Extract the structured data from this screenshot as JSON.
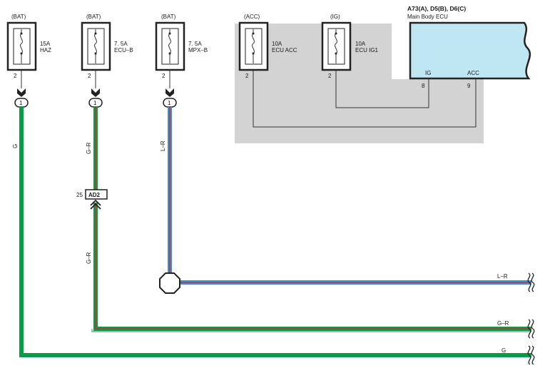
{
  "colors": {
    "green": "#0a9a4a",
    "red": "#c23a2a",
    "blue": "#3d8ed6",
    "gray_block": "#d3d3d3",
    "ecu_fill": "#bfe6f3"
  },
  "fuses": [
    {
      "source": "(BAT)",
      "rating": "15A",
      "name": "HAZ",
      "pin": "2",
      "connector": "1"
    },
    {
      "source": "(BAT)",
      "rating": "7. 5A",
      "name": "ECU–B",
      "pin": "2",
      "connector": "1"
    },
    {
      "source": "(BAT)",
      "rating": "7. 5A",
      "name": "MPX–B",
      "pin": "2",
      "connector": "1"
    },
    {
      "source": "(ACC)",
      "rating": "10A",
      "name": "ECU ACC",
      "pin": "2"
    },
    {
      "source": "(IG)",
      "rating": "10A",
      "name": "ECU IG1",
      "pin": "2"
    }
  ],
  "ecu": {
    "codes": "A73(A), D5(B), D6(C)",
    "name": "Main Body ECU",
    "pin_ig_label": "IG",
    "pin_acc_label": "ACC",
    "pin_ig_num": "8",
    "pin_acc_num": "9"
  },
  "wires": {
    "haz": "G",
    "ecub_upper": "G–R",
    "ecub_lower": "G–R",
    "mpxb": "L–R",
    "out_lr": "L–R",
    "out_gr": "G–R",
    "out_g": "G"
  },
  "junction": {
    "pin": "25",
    "name": "AD2"
  }
}
